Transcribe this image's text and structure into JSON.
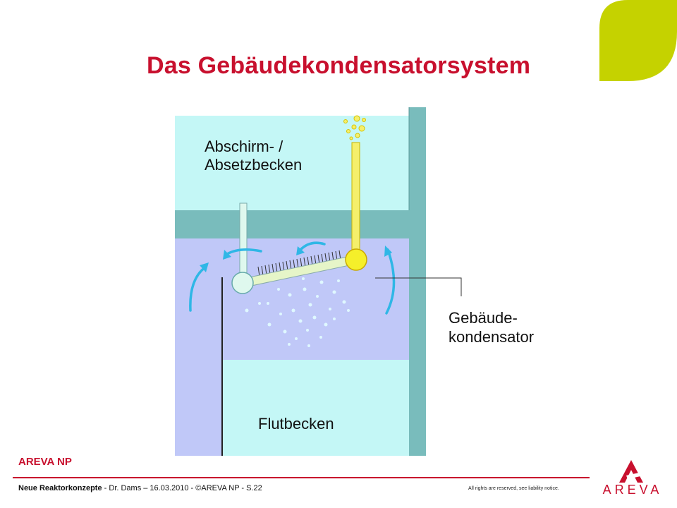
{
  "slide": {
    "title": "Das Gebäudekondensatorsystem"
  },
  "diagram": {
    "label_upper_pool_line1": "Abschirm- /",
    "label_upper_pool_line2": "Absetzbecken",
    "label_condenser_line1": "Gebäude-",
    "label_condenser_line2": "kondensator",
    "label_flood_pool": "Flutbecken",
    "colors": {
      "upper_pool": "#c4f7f6",
      "lower_chamber": "#c0c8f8",
      "wall": "#79bcbc",
      "pipe_yellow": "#f5ef6b",
      "pipe_light": "#dff8ee",
      "flow_arrow": "#2fb7e6",
      "accent_green": "#c5d200",
      "brand_red": "#c8102e"
    }
  },
  "footer": {
    "company": "AREVA NP",
    "presentation": "Neue Reaktorkonzepte",
    "details": " - Dr. Dams – 16.03.2010 - ©AREVA NP - S.22",
    "rights": "All rights are reserved, see liability notice.",
    "logo_text": "AREVA"
  }
}
